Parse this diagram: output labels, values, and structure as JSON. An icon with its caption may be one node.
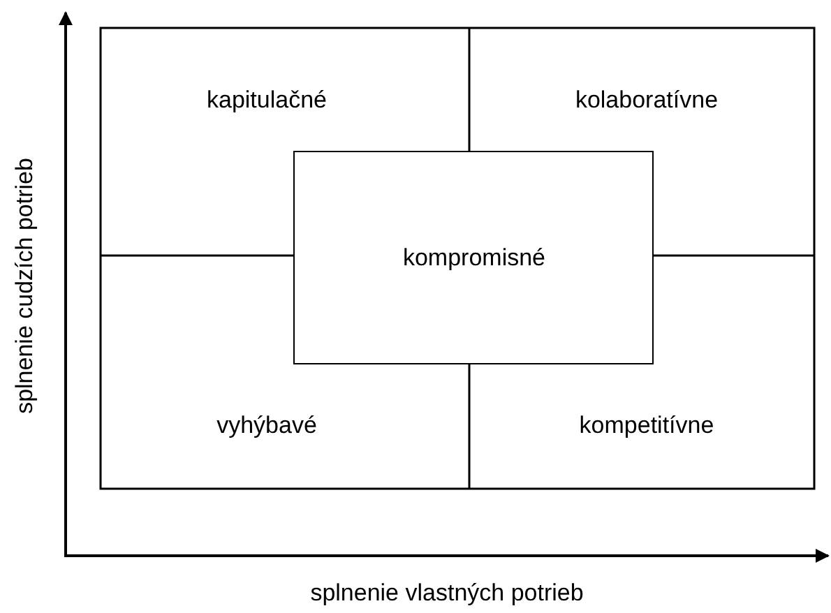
{
  "diagram": {
    "nodes": [
      {
        "text": [
          "kapitulačné"
        ]
      },
      {
        "text": [
          "kolaboratívne"
        ]
      },
      {
        "text": [
          "kompromisné"
        ]
      },
      {
        "text": [
          "vyhýbavé"
        ]
      },
      {
        "text": [
          "kompetitívne"
        ]
      }
    ],
    "labels": [
      "splnenie cudzích potrieb",
      "splnenie vlastných potrieb"
    ]
  }
}
